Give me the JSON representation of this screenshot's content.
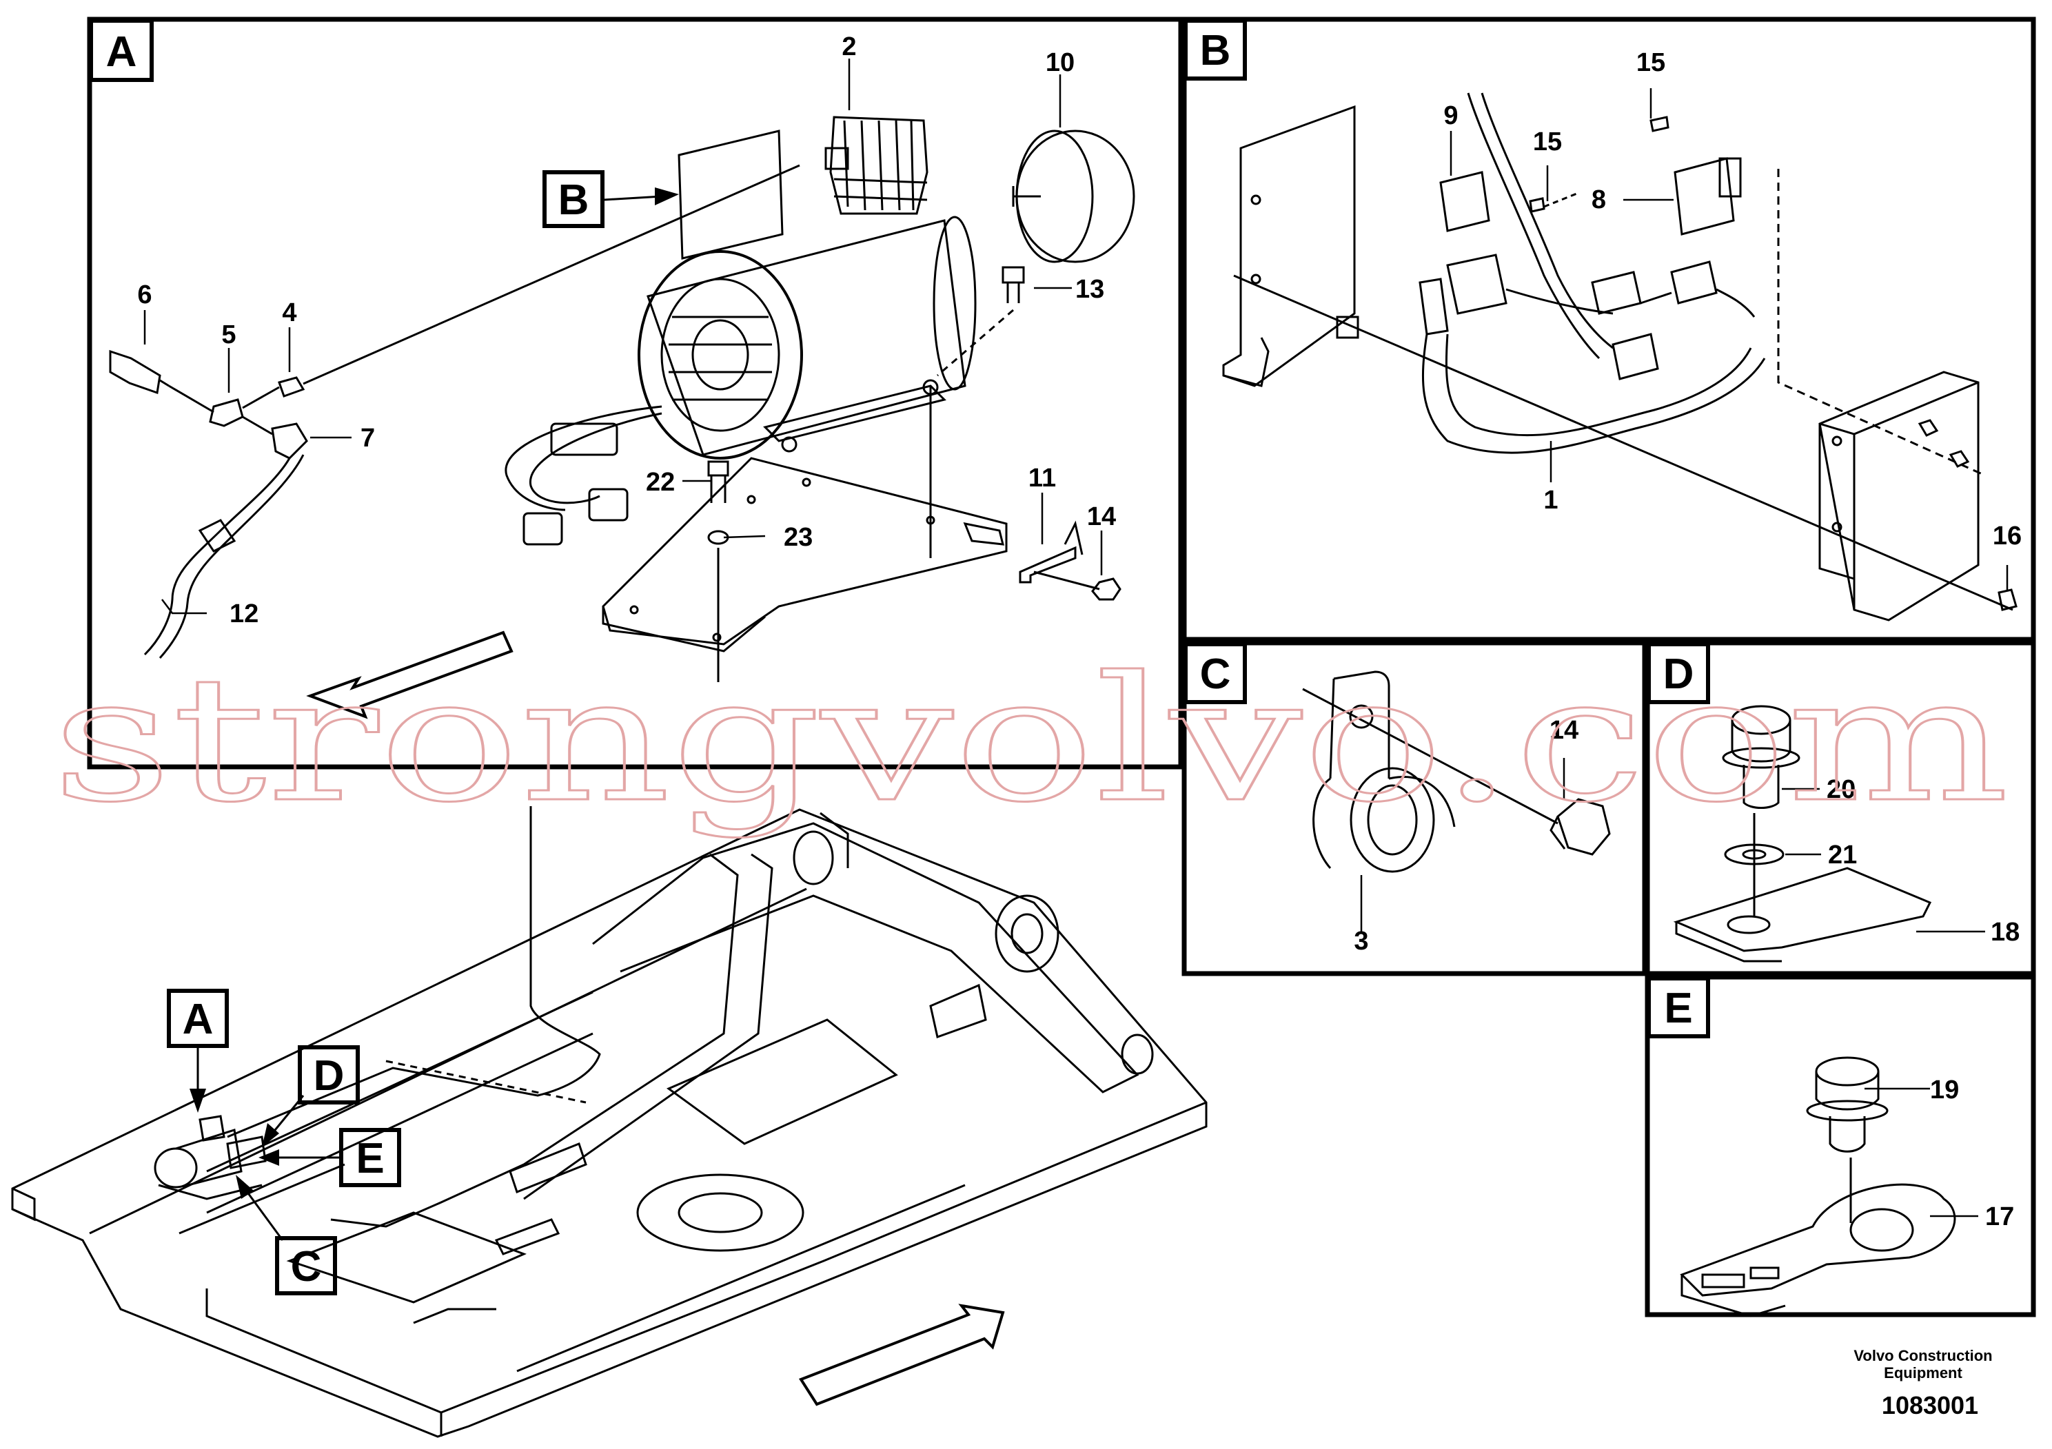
{
  "panels": [
    {
      "id": "A",
      "letter": "A"
    },
    {
      "id": "B",
      "letter": "B"
    },
    {
      "id": "C",
      "letter": "C"
    },
    {
      "id": "D",
      "letter": "D"
    },
    {
      "id": "E",
      "letter": "E"
    }
  ],
  "overview_callouts": [
    "A",
    "D",
    "E",
    "C"
  ],
  "callout_in_panel_a": "B",
  "part_labels": {
    "p1": "1",
    "p2": "2",
    "p3": "3",
    "p4": "4",
    "p5": "5",
    "p6": "6",
    "p7": "7",
    "p8": "8",
    "p9": "9",
    "p10": "10",
    "p11": "11",
    "p12": "12",
    "p13": "13",
    "p14a": "14",
    "p14c": "14",
    "p15a": "15",
    "p15b": "15",
    "p16": "16",
    "p17": "17",
    "p18": "18",
    "p19": "19",
    "p20": "20",
    "p21": "21",
    "p22": "22",
    "p23": "23"
  },
  "watermark": "strongvolvo.com",
  "footer": {
    "company_line1": "Volvo Construction",
    "company_line2": "Equipment",
    "drawing_number": "1083001"
  },
  "colors": {
    "line": "#000000",
    "watermark": "#e3a6a6",
    "background": "#ffffff"
  }
}
